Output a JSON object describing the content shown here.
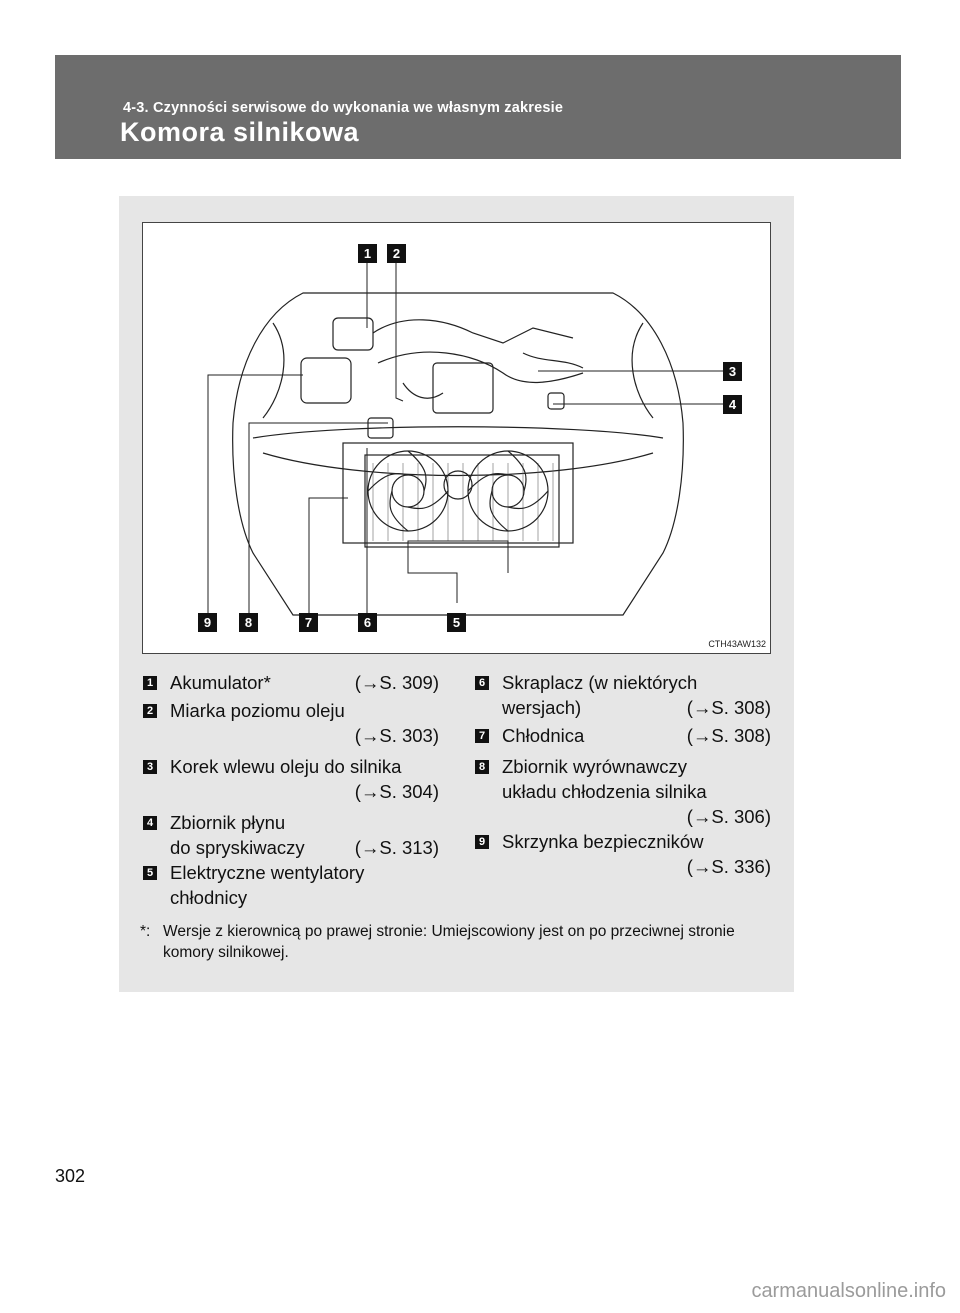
{
  "header": {
    "section": "4-3. Czynności serwisowe do wykonania we własnym zakresie",
    "title": "Komora silnikowa"
  },
  "figure": {
    "code": "CTH43AW132",
    "callouts": [
      "1",
      "2",
      "3",
      "4",
      "5",
      "6",
      "7",
      "8",
      "9"
    ]
  },
  "items": [
    {
      "num": "1",
      "line1": "Akumulator*",
      "ref": "(→S. 309)"
    },
    {
      "num": "2",
      "line1": "Miarka poziomu oleju",
      "ref": "(→S. 303)"
    },
    {
      "num": "3",
      "line1": "Korek wlewu oleju do silnika",
      "ref": "(→S. 304)"
    },
    {
      "num": "4",
      "line1": "Zbiornik płynu",
      "line2": "do spryskiwaczy",
      "ref": "(→S. 313)"
    },
    {
      "num": "5",
      "line1": "Elektryczne wentylatory",
      "line2": "chłodnicy"
    },
    {
      "num": "6",
      "line1": "Skraplacz (w niektórych",
      "line2": "wersjach)",
      "ref": "(→S. 308)"
    },
    {
      "num": "7",
      "line1": "Chłodnica",
      "ref": "(→S. 308)"
    },
    {
      "num": "8",
      "line1": "Zbiornik wyrównawczy",
      "line2": "układu chłodzenia silnika",
      "ref": "(→S. 306)"
    },
    {
      "num": "9",
      "line1": "Skrzynka bezpieczników",
      "ref": "(→S. 336)"
    }
  ],
  "footnote": {
    "mark": "*:",
    "text": "Wersje z kierownicą po prawej stronie: Umiejscowiony jest on po przeciwnej stronie komory silnikowej."
  },
  "page_number": "302",
  "watermark": "carmanualsonline.info"
}
